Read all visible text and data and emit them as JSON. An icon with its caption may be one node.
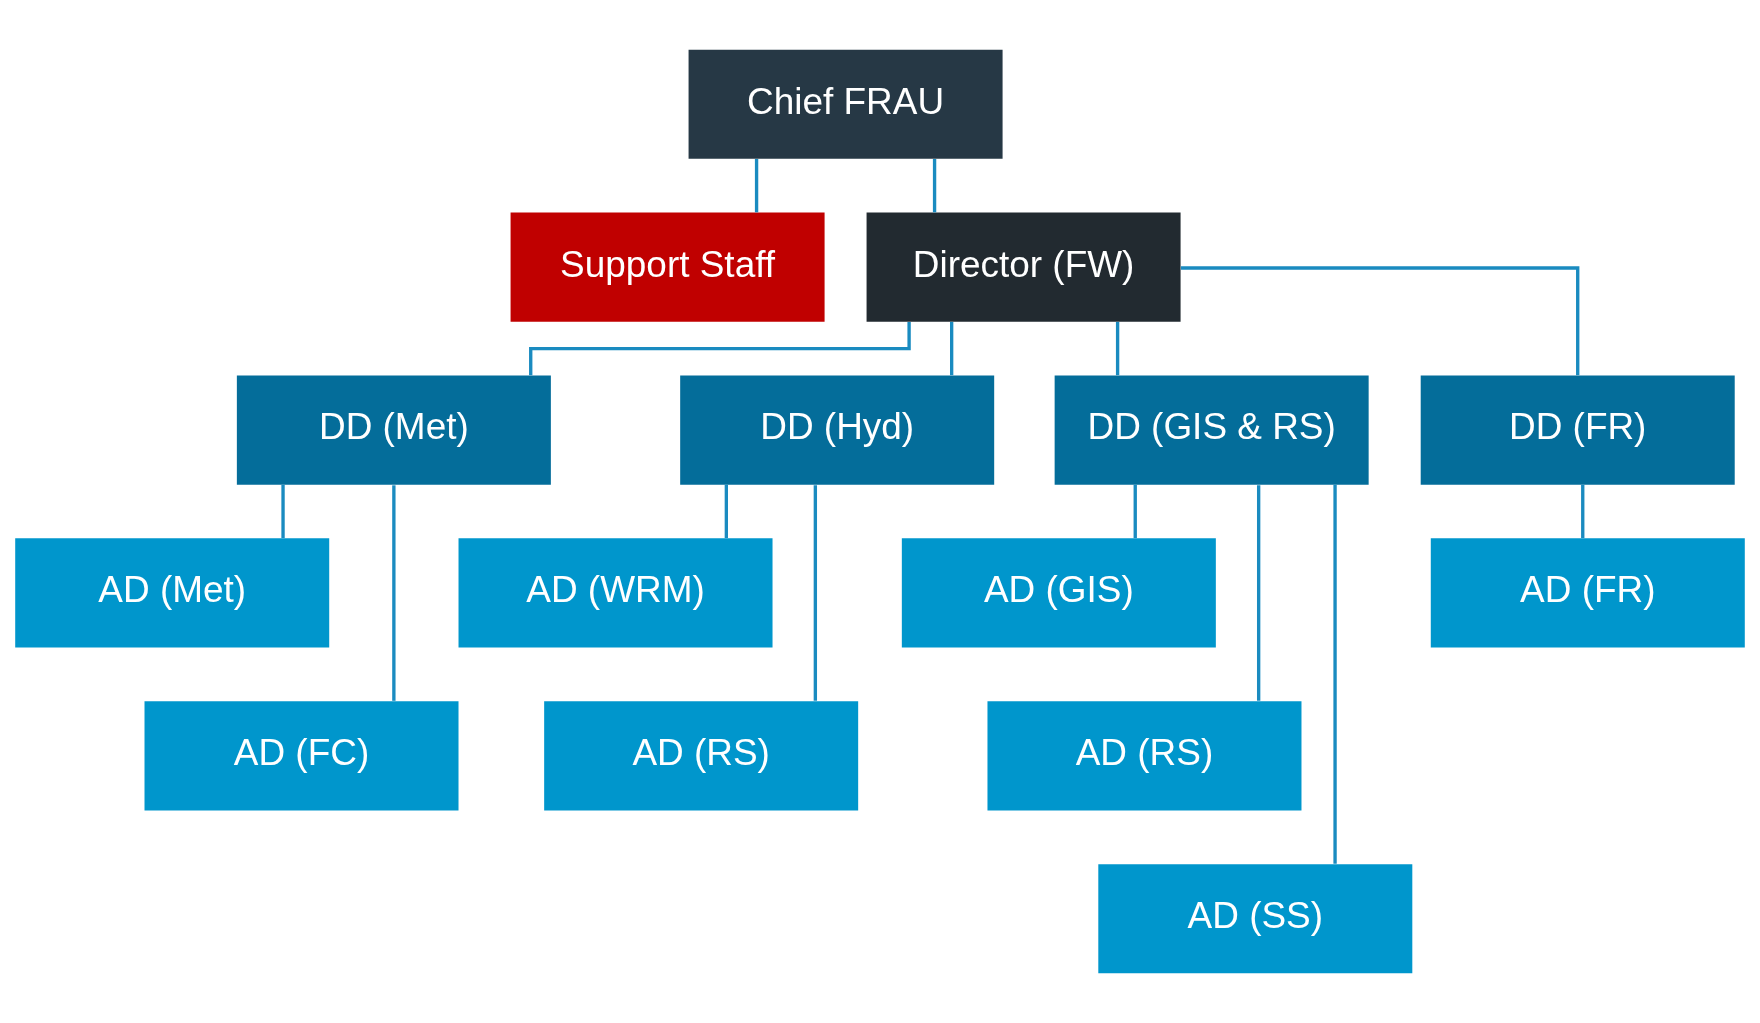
{
  "diagram": {
    "nodes": [
      {
        "text": [
          "Chief FRAU"
        ]
      },
      {
        "text": [
          "Support Staff"
        ]
      },
      {
        "text": [
          "Director (FW)"
        ]
      },
      {
        "text": [
          "DD (Met)"
        ]
      },
      {
        "text": [
          "DD (Hyd)"
        ]
      },
      {
        "text": [
          "DD (GIS & RS)"
        ]
      },
      {
        "text": [
          "DD (FR)"
        ]
      },
      {
        "text": [
          "AD (Met)"
        ]
      },
      {
        "text": [
          "AD (FC)"
        ]
      },
      {
        "text": [
          "AD (WRM)"
        ]
      },
      {
        "text": [
          "AD (RS)"
        ]
      },
      {
        "text": [
          "AD (GIS)"
        ]
      },
      {
        "text": [
          "AD (RS)"
        ]
      },
      {
        "text": [
          "AD (SS)"
        ]
      },
      {
        "text": [
          "AD (FR)"
        ]
      }
    ],
    "edges": [
      {
        "from": 0,
        "to": 1,
        "arrow": "none"
      },
      {
        "from": 0,
        "to": 2,
        "arrow": "none"
      },
      {
        "from": 2,
        "to": 3,
        "arrow": "none"
      },
      {
        "from": 2,
        "to": 4,
        "arrow": "none"
      },
      {
        "from": 2,
        "to": 5,
        "arrow": "none"
      },
      {
        "from": 2,
        "to": 6,
        "arrow": "none"
      },
      {
        "from": 3,
        "to": 7,
        "arrow": "none"
      },
      {
        "from": 3,
        "to": 8,
        "arrow": "none"
      },
      {
        "from": 4,
        "to": 9,
        "arrow": "none"
      },
      {
        "from": 4,
        "to": 10,
        "arrow": "none"
      },
      {
        "from": 5,
        "to": 11,
        "arrow": "none"
      },
      {
        "from": 5,
        "to": 12,
        "arrow": "none"
      },
      {
        "from": 5,
        "to": 13,
        "arrow": "none"
      },
      {
        "from": 6,
        "to": 14,
        "arrow": "none"
      }
    ]
  }
}
